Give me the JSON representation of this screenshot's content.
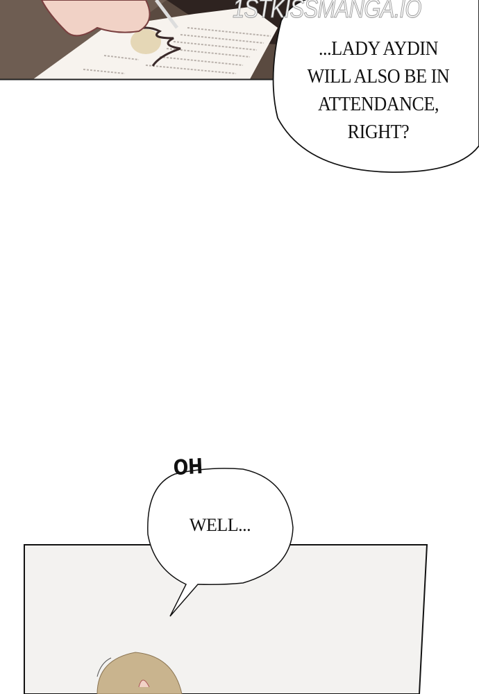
{
  "watermark": "1STKISSMANGA.IO",
  "panel1": {
    "bubble": {
      "lines": [
        "...LADY AYDIN",
        "WILL ALSO BE IN",
        "ATTENDANCE,",
        "RIGHT?"
      ]
    }
  },
  "panel2": {
    "sfx": "OH",
    "bubble": {
      "text": "WELL..."
    }
  }
}
